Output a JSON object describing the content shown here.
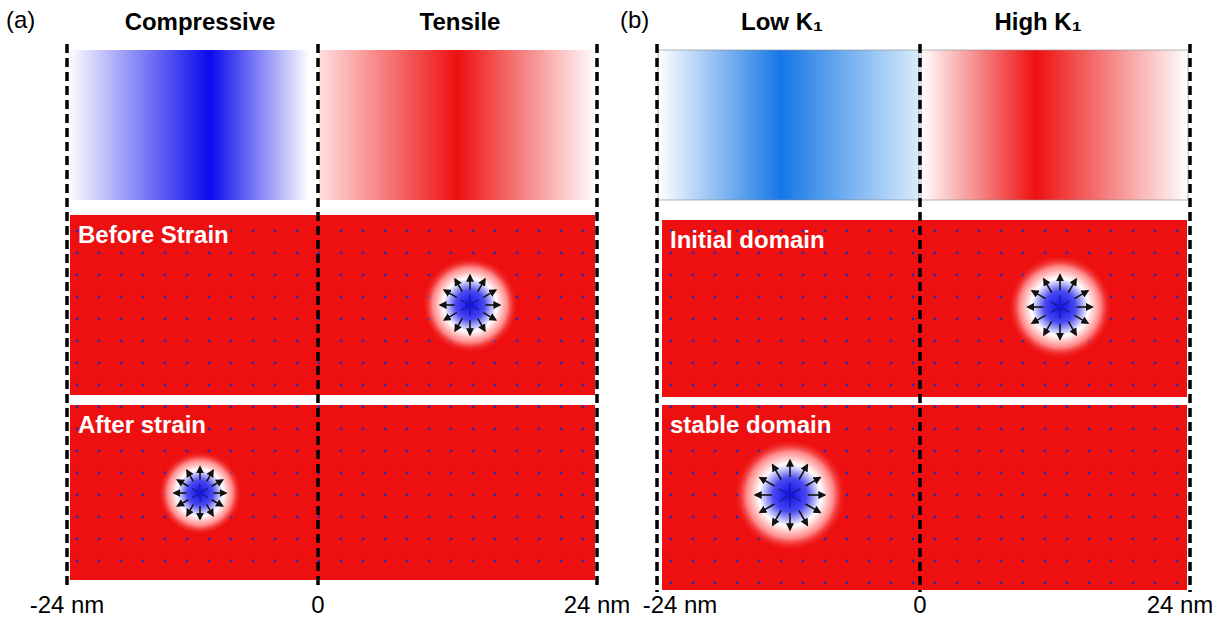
{
  "diagram": {
    "nodes": [
      {
        "text": [
          "Before Strain"
        ]
      },
      {
        "text": [
          "After strain"
        ]
      },
      {
        "text": [
          "Initial domain"
        ]
      },
      {
        "text": [
          "stable domain"
        ]
      }
    ],
    "labels": [
      "(a)",
      "Compressive",
      "Tensile",
      "(b)",
      "Low K₁",
      "High K₁",
      "-24 nm",
      "0",
      "24 nm",
      "-24 nm",
      "0",
      "24 nm"
    ]
  }
}
